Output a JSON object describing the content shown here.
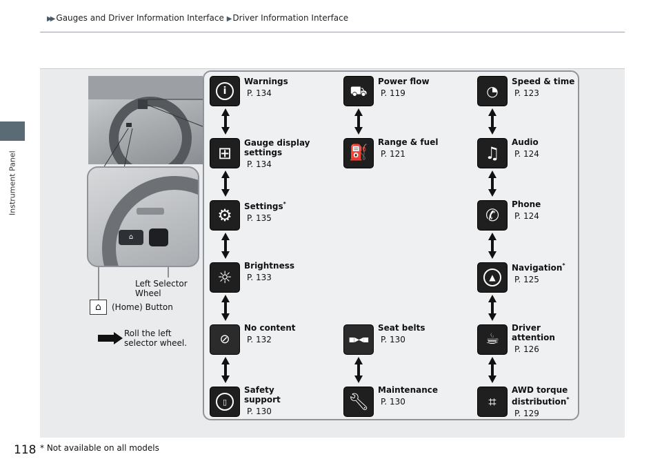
{
  "breadcrumb": {
    "part1": "Gauges and Driver Information Interface",
    "part2": "Driver Information Interface"
  },
  "side_tab": "Instrument Panel",
  "page_number": "118",
  "footnote": "* Not available on all models",
  "callouts": {
    "left_selector": "Left Selector\nWheel",
    "home_button": "(Home) Button",
    "roll_hint": "Roll the left\nselector wheel."
  },
  "items": {
    "warnings": {
      "label": "Warnings",
      "page": "P. 134",
      "icon": "info-icon"
    },
    "power_flow": {
      "label": "Power flow",
      "page": "P. 119",
      "icon": "power-flow-icon"
    },
    "speed_time": {
      "label": "Speed & time",
      "page": "P. 123",
      "icon": "speed-time-icon"
    },
    "gauge_display": {
      "label": "Gauge display\nsettings",
      "page": "P. 134",
      "icon": "gauge-display-icon"
    },
    "range_fuel": {
      "label": "Range & fuel",
      "page": "P. 121",
      "icon": "fuel-icon"
    },
    "audio": {
      "label": "Audio",
      "page": "P. 124",
      "icon": "music-note-icon"
    },
    "settings": {
      "label": "Settings",
      "page": "P. 135",
      "icon": "gear-icon"
    },
    "phone": {
      "label": "Phone",
      "page": "P. 124",
      "icon": "phone-icon"
    },
    "brightness": {
      "label": "Brightness",
      "page": "P. 133",
      "icon": "brightness-icon"
    },
    "navigation": {
      "label": "Navigation",
      "page": "P. 125",
      "icon": "compass-icon"
    },
    "no_content": {
      "label": "No content",
      "page": "P. 132",
      "icon": "no-content-icon"
    },
    "seat_belts": {
      "label": "Seat belts",
      "page": "P. 130",
      "icon": "seat-belt-icon"
    },
    "driver_attention": {
      "label": "Driver\nattention",
      "page": "P. 126",
      "icon": "coffee-cup-icon"
    },
    "safety_support": {
      "label": "Safety\nsupport",
      "page": "P. 130",
      "icon": "safety-support-icon"
    },
    "maintenance": {
      "label": "Maintenance",
      "page": "P. 130",
      "icon": "wrench-icon"
    },
    "awd": {
      "label": "AWD torque\ndistribution",
      "page": "P. 129",
      "icon": "awd-icon"
    }
  },
  "asterisk": "*",
  "colors": {
    "tile": "#1f1f1f",
    "panel": "#e9ebed",
    "frame": "#8f949a",
    "tab": "#5b6b76"
  }
}
